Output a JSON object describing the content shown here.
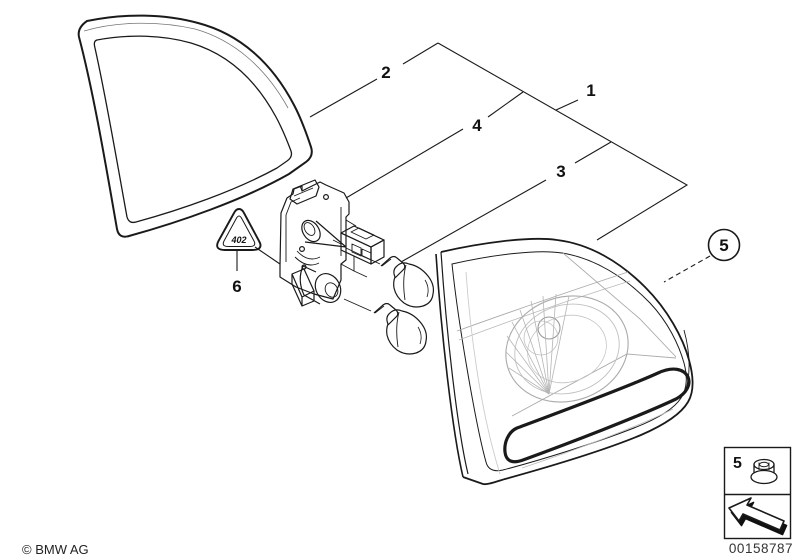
{
  "diagram": {
    "type": "parts-exploded-drawing",
    "subject": "BMW rear light / tail lamp in trunk lid with seal, bulb carrier and bulbs",
    "callouts": {
      "c1": "1",
      "c2": "2",
      "c3": "3",
      "c4": "4",
      "c5": "5",
      "c6": "6"
    },
    "circled_callout": "5",
    "warning": {
      "code": "402"
    },
    "thumbnail_box": {
      "item_label": "5",
      "icons": [
        "flange-nut-icon",
        "direction-arrow-icon"
      ]
    },
    "footer": {
      "copyright": "© BMW AG",
      "part_number": "00158787"
    },
    "colors": {
      "line": "#1a1a1a",
      "detail_line": "#b3b3b3",
      "background": "#ffffff"
    }
  }
}
